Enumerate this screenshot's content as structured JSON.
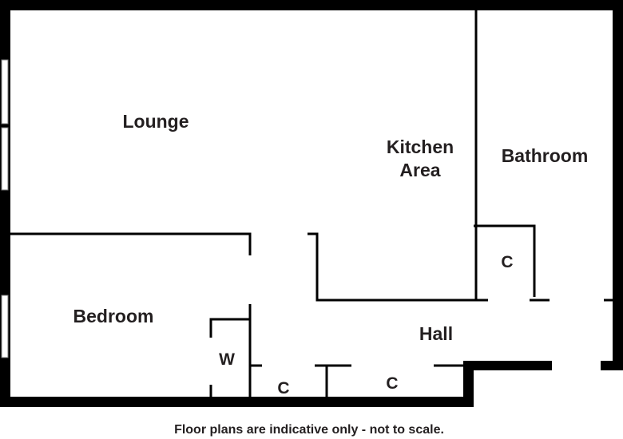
{
  "rooms": {
    "lounge": "Lounge",
    "kitchen_line1": "Kitchen",
    "kitchen_line2": "Area",
    "bathroom": "Bathroom",
    "bedroom": "Bedroom",
    "hall": "Hall",
    "wardrobe": "W",
    "cupboard_bathroom": "C",
    "cupboard_hall_left": "C",
    "cupboard_hall_right": "C"
  },
  "caption": "Floor plans are indicative only - not to scale.",
  "colors": {
    "wall": "#000000",
    "text": "#231f20",
    "background": "#ffffff"
  }
}
